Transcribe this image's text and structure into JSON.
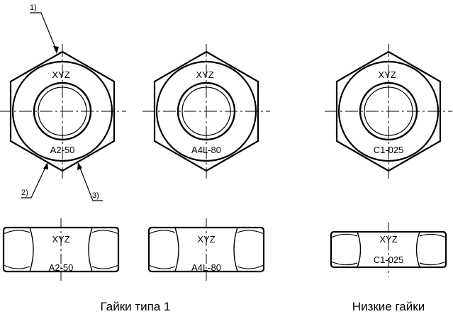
{
  "nuts_top": [
    {
      "id": "a",
      "brand": "XYZ",
      "grade": "A2-50"
    },
    {
      "id": "b",
      "brand": "XYZ",
      "grade": "A4L-80"
    },
    {
      "id": "c",
      "brand": "XYZ",
      "grade": "C1-025"
    }
  ],
  "nuts_side": [
    {
      "id": "a",
      "brand": "XYZ",
      "grade": "A2-50"
    },
    {
      "id": "b",
      "brand": "XYZ",
      "grade": "A4L-80"
    },
    {
      "id": "c",
      "brand": "XYZ",
      "grade": "C1-025"
    }
  ],
  "callouts": [
    "1)",
    "2)",
    "3)"
  ],
  "captions": {
    "type1": "Гайки типа 1",
    "low": "Низкие гайки"
  }
}
